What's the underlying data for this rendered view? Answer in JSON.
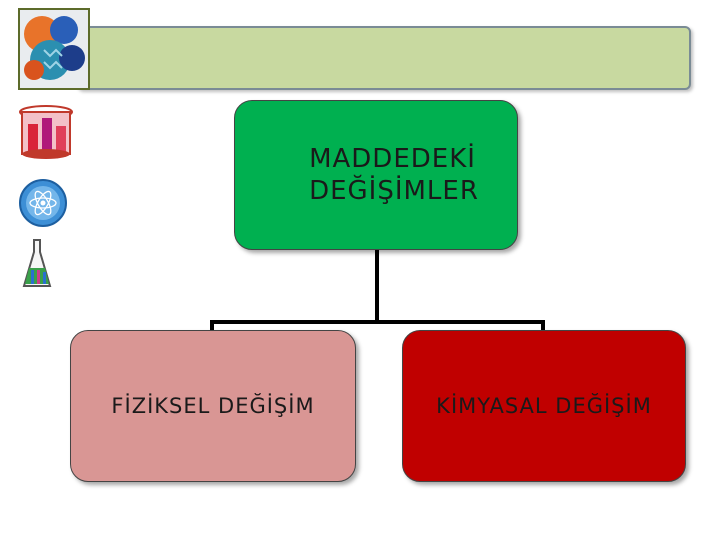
{
  "diagram": {
    "root": {
      "line1": "MADDEDEKİ",
      "line2": "DEĞİŞİMLER"
    },
    "children": [
      {
        "label": "FİZİKSEL DEĞİŞİM"
      },
      {
        "label": "KİMYASAL DEĞİŞİM"
      }
    ]
  },
  "colors": {
    "banner": "#c8d9a0",
    "root": "#00b050",
    "physical": "#d99694",
    "chemical": "#c00000"
  },
  "icons": [
    "chemistry-photo-icon",
    "beaker-icon",
    "atom-icon",
    "flask-icon"
  ]
}
